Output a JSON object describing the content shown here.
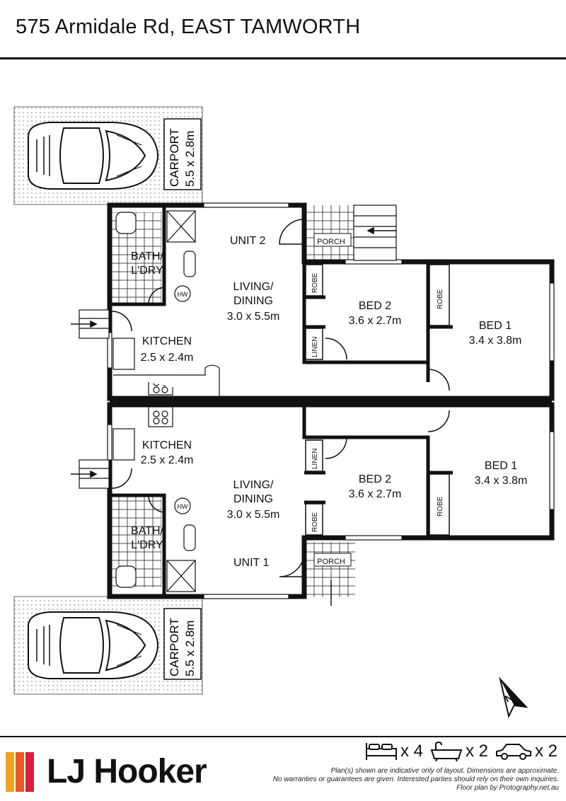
{
  "header": {
    "address": "575 Armidale Rd, EAST TAMWORTH"
  },
  "plan": {
    "carport": {
      "name": "CARPORT",
      "size": "5.5 x 2.8m"
    },
    "porch": "PORCH",
    "unit2": {
      "label": "UNIT 2",
      "living": {
        "name1": "LIVING/",
        "name2": "DINING",
        "size": "3.0 x 5.5m"
      },
      "kitchen": {
        "name": "KITCHEN",
        "size": "2.5 x 2.4m"
      },
      "bath": {
        "name1": "BATH/",
        "name2": "L'DRY"
      },
      "bed2": {
        "name": "BED 2",
        "size": "3.6 x 2.7m"
      },
      "bed1": {
        "name": "BED 1",
        "size": "3.4 x 3.8m"
      }
    },
    "unit1": {
      "label": "UNIT 1",
      "living": {
        "name1": "LIVING/",
        "name2": "DINING",
        "size": "3.0 x 5.5m"
      },
      "kitchen": {
        "name": "KITCHEN",
        "size": "2.5 x 2.4m"
      },
      "bath": {
        "name1": "BATH/",
        "name2": "L'DRY"
      },
      "bed2": {
        "name": "BED 2",
        "size": "3.6 x 2.7m"
      },
      "bed1": {
        "name": "BED 1",
        "size": "3.4 x 3.8m"
      }
    },
    "robe": "ROBE",
    "linen": "LINEN",
    "hw": "HW",
    "compass": "N"
  },
  "footer": {
    "brand": "LJ Hooker",
    "brand_colors": [
      "#f4a21d",
      "#ea5a24",
      "#d6203a"
    ],
    "features": {
      "beds": "x 4",
      "baths": "x 2",
      "cars": "x 2"
    },
    "disclaimer": {
      "line1": "Plan(s) shown are indicative only of layout. Dimensions are approximate.",
      "line2": "No warranties or guarantees are given. Interested parties should rely on their own inquiries.",
      "line3": "Floor plan by Protography.net.au"
    }
  }
}
